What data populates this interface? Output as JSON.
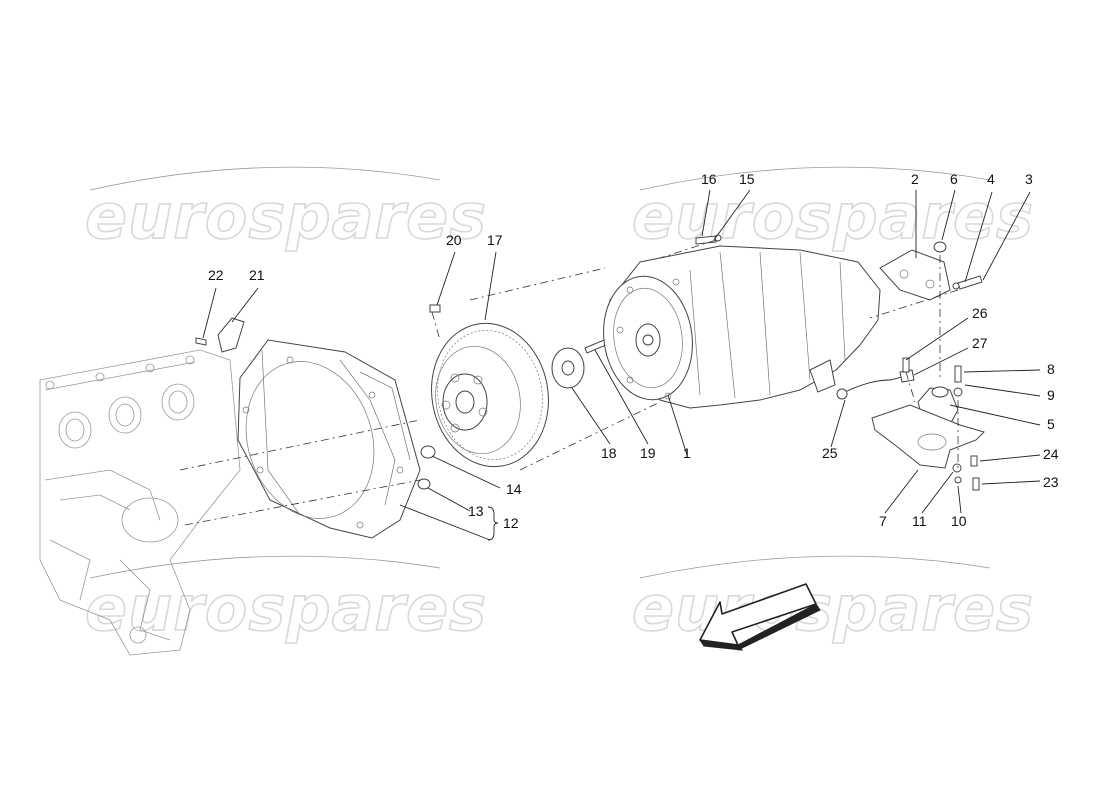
{
  "watermark": {
    "text": "eurospares",
    "positions": [
      "top-left",
      "top-right",
      "bottom-left",
      "bottom-right"
    ]
  },
  "colors": {
    "line": "#444444",
    "watermark": "#d8d8d8",
    "background": "#ffffff"
  },
  "callouts": [
    {
      "id": "c1",
      "text": "1"
    },
    {
      "id": "c2",
      "text": "2"
    },
    {
      "id": "c3",
      "text": "3"
    },
    {
      "id": "c4",
      "text": "4"
    },
    {
      "id": "c5",
      "text": "5"
    },
    {
      "id": "c6",
      "text": "6"
    },
    {
      "id": "c7",
      "text": "7"
    },
    {
      "id": "c8",
      "text": "8"
    },
    {
      "id": "c9",
      "text": "9"
    },
    {
      "id": "c10",
      "text": "10"
    },
    {
      "id": "c11",
      "text": "11"
    },
    {
      "id": "c12",
      "text": "12"
    },
    {
      "id": "c13",
      "text": "13"
    },
    {
      "id": "c14",
      "text": "14"
    },
    {
      "id": "c15",
      "text": "15"
    },
    {
      "id": "c16",
      "text": "16"
    },
    {
      "id": "c17",
      "text": "17"
    },
    {
      "id": "c18",
      "text": "18"
    },
    {
      "id": "c19",
      "text": "19"
    },
    {
      "id": "c20",
      "text": "20"
    },
    {
      "id": "c21",
      "text": "21"
    },
    {
      "id": "c22",
      "text": "22"
    },
    {
      "id": "c23",
      "text": "23"
    },
    {
      "id": "c24",
      "text": "24"
    },
    {
      "id": "c25",
      "text": "25"
    },
    {
      "id": "c26",
      "text": "26"
    },
    {
      "id": "c27",
      "text": "27"
    }
  ],
  "icons": {
    "direction_arrow": "arrow-down-left-icon"
  }
}
